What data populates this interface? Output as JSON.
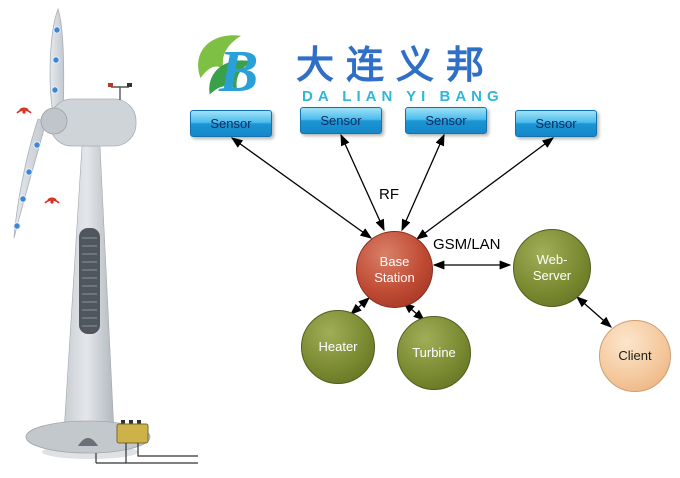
{
  "logo": {
    "cn": "大连义邦",
    "en": "DA LIAN YI BANG"
  },
  "sensors": [
    {
      "label": "Sensor"
    },
    {
      "label": "Sensor"
    },
    {
      "label": "Sensor"
    },
    {
      "label": "Sensor"
    }
  ],
  "nodes": {
    "base_station": {
      "line1": "Base",
      "line2": "Station"
    },
    "web_server": {
      "line1": "Web-",
      "line2": "Server"
    },
    "heater": {
      "label": "Heater"
    },
    "turbine": {
      "label": "Turbine"
    },
    "client": {
      "label": "Client"
    }
  },
  "edges": {
    "rf": "RF",
    "gsm": "GSM/LAN"
  },
  "colors": {
    "sensor_blue": "#1a95d5",
    "base_station_red": "#bf4a33",
    "node_green": "#78882f",
    "client_peach": "#f4c79b",
    "logo_blue": "#2f6fc8",
    "logo_cyan": "#2fb6d9",
    "arrow_black": "#000000"
  }
}
